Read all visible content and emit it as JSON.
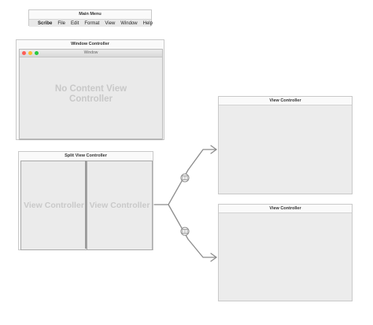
{
  "main_menu": {
    "title": "Main Menu",
    "items": [
      "Scribe",
      "File",
      "Edit",
      "Format",
      "View",
      "Window",
      "Help"
    ]
  },
  "window_controller": {
    "title": "Window Controller",
    "window_title": "Window",
    "placeholder_line1": "No Content View",
    "placeholder_line2": "Controller"
  },
  "split_view_controller": {
    "title": "Split View Controller",
    "left_pane_label": "View Controller",
    "right_pane_label": "View Controller"
  },
  "view_controllers": [
    {
      "title": "View Controller"
    },
    {
      "title": "View Controller"
    }
  ],
  "colors": {
    "close": "#fc5f57",
    "minimize": "#fdbc2e",
    "zoom": "#28c940",
    "segue_line": "#8c8c8c"
  },
  "icons": {
    "segue_badge": "split-item-relationship-icon"
  }
}
